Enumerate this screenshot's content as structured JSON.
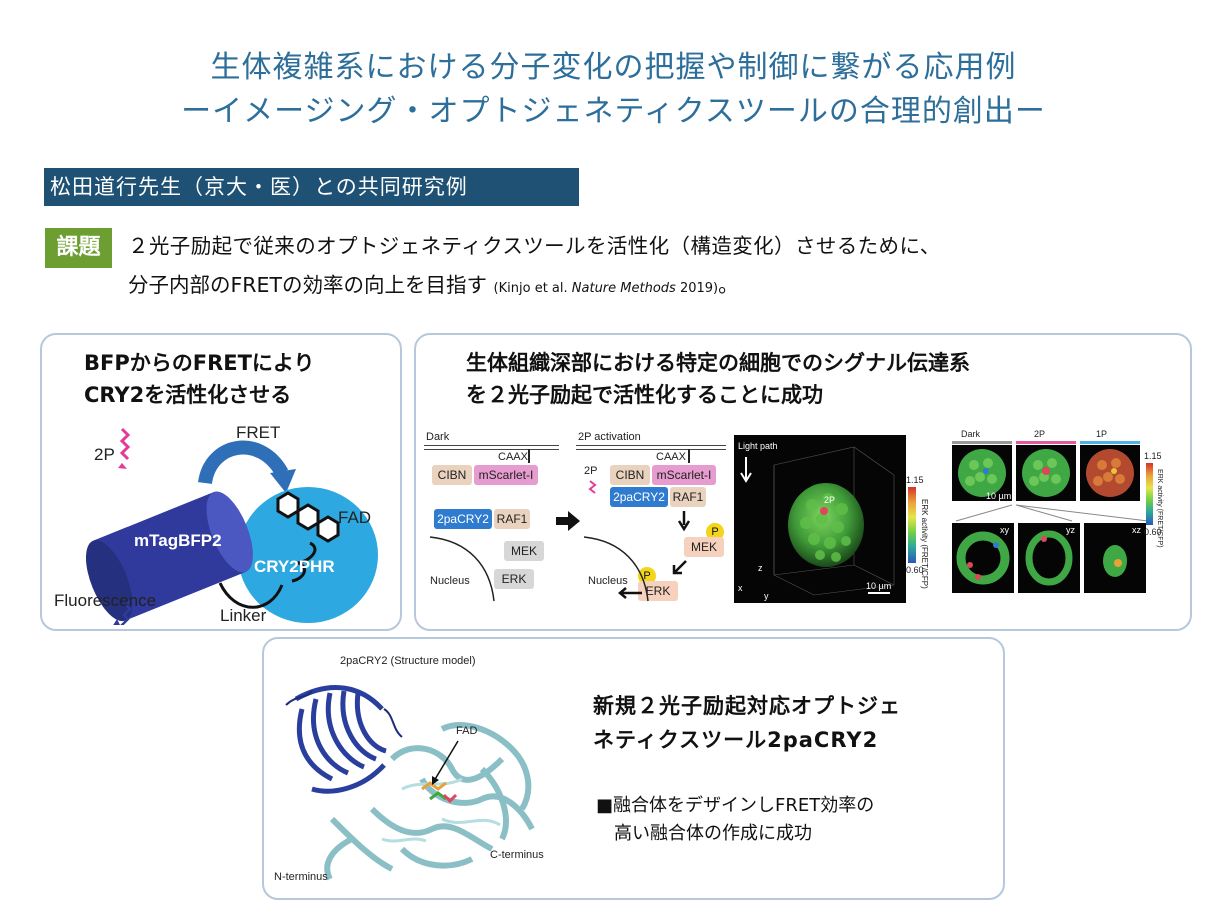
{
  "header": {
    "title_line1": "生体複雑系における分子変化の把握や制御に繋がる応用例",
    "title_line2": "ーイメージング・オプトジェネティクスツールの合理的創出ー"
  },
  "collab_label": "松田道行先生（京大・医）との共同研究例",
  "task": {
    "badge": "課題",
    "line1": "２光子励起で従来のオプトジェネティクスツールを活性化（構造変化）させるために、",
    "line2": "分子内部のFRETの効率の向上を目指す",
    "cite_authors": "(Kinjo et al.",
    "cite_journal": "Nature Methods",
    "cite_year": "2019)",
    "line2_end": "。"
  },
  "panel_fret": {
    "heading_line1": "BFPからのFRETにより",
    "heading_line2": "CRY2を活性化させる",
    "labels": {
      "two_p": "2P",
      "fret": "FRET",
      "fad": "FAD",
      "bfp": "mTagBFP2",
      "cry": "CRY2PHR",
      "fluorescence": "Fluorescence",
      "linker": "Linker"
    }
  },
  "panel_activation": {
    "heading_line1": "生体組織深部における特定の細胞でのシグナル伝達系",
    "heading_line2": "を２光子励起で活性化することに成功",
    "scheme_dark": {
      "title": "Dark",
      "caax": "CAAX",
      "cibn": "CIBN",
      "mscarlet": "mScarlet-I",
      "pacry": "2paCRY2",
      "raf": "RAF1",
      "mek": "MEK",
      "erk": "ERK",
      "nucleus": "Nucleus"
    },
    "scheme_active": {
      "title": "2P activation",
      "caax": "CAAX",
      "two_p": "2P",
      "cibn": "CIBN",
      "mscarlet": "mScarlet-I",
      "pacry": "2paCRY2",
      "raf": "RAF1",
      "p": "P",
      "mek": "MEK",
      "erk": "ERK",
      "nucleus": "Nucleus"
    },
    "image3d": {
      "light_path": "Light path",
      "two_p": "2P",
      "scale": "10 µm",
      "axis_z": "z",
      "axis_x": "x",
      "axis_y": "y",
      "cb_max": "1.15",
      "cb_min": "0.60",
      "cb_label": "ERK activity (FRET/CFP)"
    },
    "image_slices": {
      "col_dark": "Dark",
      "col_2p": "2P",
      "col_1p": "1P",
      "scale": "10 µm",
      "xy": "xy",
      "yz": "yz",
      "xz": "xz",
      "cb_max": "1.15",
      "cb_min": "0.60",
      "cb_label": "ERK activity (FRET/CFP)"
    }
  },
  "panel_structure": {
    "structure_title": "2paCRY2 (Structure model)",
    "fad": "FAD",
    "n_term": "N-terminus",
    "c_term": "C-terminus",
    "desc_line1": "新規２光子励起対応オプトジェ",
    "desc_line2": "ネティクスツール2paCRY2",
    "bullet_line1": "■融合体をデザインしFRET効率の",
    "bullet_line2": "高い融合体の作成に成功"
  },
  "colors": {
    "title": "#2d6f9a",
    "collab_bg": "#1f5174",
    "task_badge": "#6d9e31",
    "panel_border": "#b7c7dc",
    "bfp": "#2f3a9c",
    "cry": "#2ea8e0"
  }
}
